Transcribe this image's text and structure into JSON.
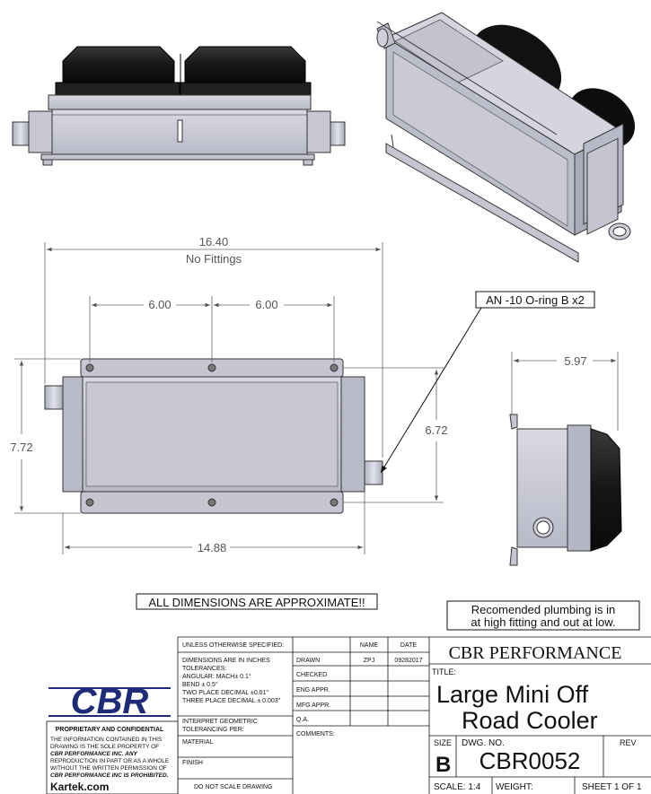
{
  "drawing": {
    "dimensions": {
      "overall_length": "16.40",
      "overall_length_note": "No Fittings",
      "spacing_left": "6.00",
      "spacing_right": "6.00",
      "height_outer": "7.72",
      "height_inner": "6.72",
      "length_body": "14.88",
      "depth": "5.97"
    },
    "callout": "AN -10 O-ring B x2",
    "approx_note": "ALL DIMENSIONS ARE APPROXIMATE!!",
    "plumbing_line1": "Recomended plumbing is in",
    "plumbing_line2": "at high fitting and out at low."
  },
  "title_block": {
    "unless": "UNLESS OTHERWISE SPECIFIED:",
    "dims_in": "DIMENSIONS ARE IN INCHES",
    "tolerances": "TOLERANCES:",
    "angular": "ANGULAR: MACH±   0.1°",
    "bend": "BEND ± 0.5°",
    "two_place": "TWO PLACE DECIMAL    ±0.01\"",
    "three_place": "THREE PLACE DECIMAL   ± 0.003\"",
    "interpret1": "INTERPRET GEOMETRIC",
    "interpret2": "TOLERANCING PER:",
    "material": "MATERIAL",
    "finish": "FINISH",
    "dont_scale": "DO NOT SCALE DRAWING",
    "col_name": "NAME",
    "col_date": "DATE",
    "drawn": "DRAWN",
    "drawn_name": "ZPJ",
    "drawn_date": "09282017",
    "checked": "CHECKED",
    "eng": "ENG APPR.",
    "mfg": "MFG APPR.",
    "qa": "Q.A.",
    "comments": "COMMENTS:",
    "company": "CBR PERFORMANCE",
    "title_label": "TITLE:",
    "title_line1": "Large Mini Off",
    "title_line2": "Road Cooler",
    "size_label": "SIZE",
    "size": "B",
    "dwg_label": "DWG.  NO.",
    "dwg_no": "CBR0052",
    "rev_label": "REV",
    "scale": "SCALE: 1:4",
    "weight": "WEIGHT:",
    "sheet": "SHEET 1 OF 1",
    "logo_text": "CBR",
    "prop_title": "PROPRIETARY AND CONFIDENTIAL",
    "prop_1": "THE INFORMATION CONTAINED IN THIS",
    "prop_2": "DRAWING IS THE SOLE PROPERTY OF",
    "prop_3": "CBR PERFORMANCE INC.  ANY",
    "prop_4": "REPRODUCTION IN PART OR AS A WHOLE",
    "prop_5": "WITHOUT THE WRITTEN PERMISSION OF",
    "prop_6": "CBR PERFORMANCE INC IS PROHIBITED.",
    "website": "Kartek.com"
  },
  "colors": {
    "steel": "#c9cad6",
    "steel_dark": "#8f90a0",
    "rubber": "#1c1c1c",
    "logo": "#1e2b78",
    "dim_line": "#555555"
  }
}
